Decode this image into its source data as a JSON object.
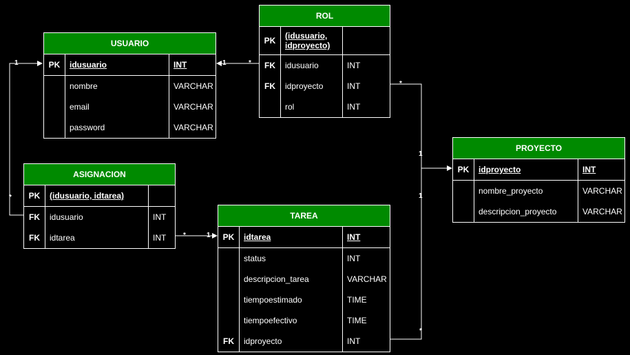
{
  "diagram": {
    "entities": {
      "usuario": {
        "name": "USUARIO",
        "rows": [
          {
            "key": "PK",
            "name": "idusuario",
            "type": "INT"
          },
          {
            "key": "",
            "name": "nombre",
            "type": "VARCHAR"
          },
          {
            "key": "",
            "name": "email",
            "type": "VARCHAR"
          },
          {
            "key": "",
            "name": "password",
            "type": "VARCHAR"
          }
        ]
      },
      "rol": {
        "name": "ROL",
        "rows": [
          {
            "key": "PK",
            "name": "(idusuario, idproyecto)",
            "type": ""
          },
          {
            "key": "FK",
            "name": "idusuario",
            "type": "INT"
          },
          {
            "key": "FK",
            "name": "idproyecto",
            "type": "INT"
          },
          {
            "key": "",
            "name": "rol",
            "type": "INT"
          }
        ]
      },
      "proyecto": {
        "name": "PROYECTO",
        "rows": [
          {
            "key": "PK",
            "name": "idproyecto",
            "type": "INT"
          },
          {
            "key": "",
            "name": "nombre_proyecto",
            "type": "VARCHAR"
          },
          {
            "key": "",
            "name": "descripcion_proyecto",
            "type": "VARCHAR"
          }
        ]
      },
      "asignacion": {
        "name": "ASIGNACION",
        "rows": [
          {
            "key": "PK",
            "name": "(idusuario, idtarea)",
            "type": ""
          },
          {
            "key": "FK",
            "name": "idusuario",
            "type": "INT"
          },
          {
            "key": "FK",
            "name": "idtarea",
            "type": "INT"
          }
        ]
      },
      "tarea": {
        "name": "TAREA",
        "rows": [
          {
            "key": "PK",
            "name": "idtarea",
            "type": "INT"
          },
          {
            "key": "",
            "name": "status",
            "type": "INT"
          },
          {
            "key": "",
            "name": "descripcion_tarea",
            "type": "VARCHAR"
          },
          {
            "key": "",
            "name": "tiempoestimado",
            "type": "TIME"
          },
          {
            "key": "",
            "name": "tiempoefectivo",
            "type": "TIME"
          },
          {
            "key": "FK",
            "name": "idproyecto",
            "type": "INT"
          }
        ]
      }
    },
    "cardinality": {
      "one": "1",
      "many": "*"
    },
    "colors": {
      "header": "#008a00",
      "border": "#ffffff",
      "background": "#000000"
    }
  }
}
